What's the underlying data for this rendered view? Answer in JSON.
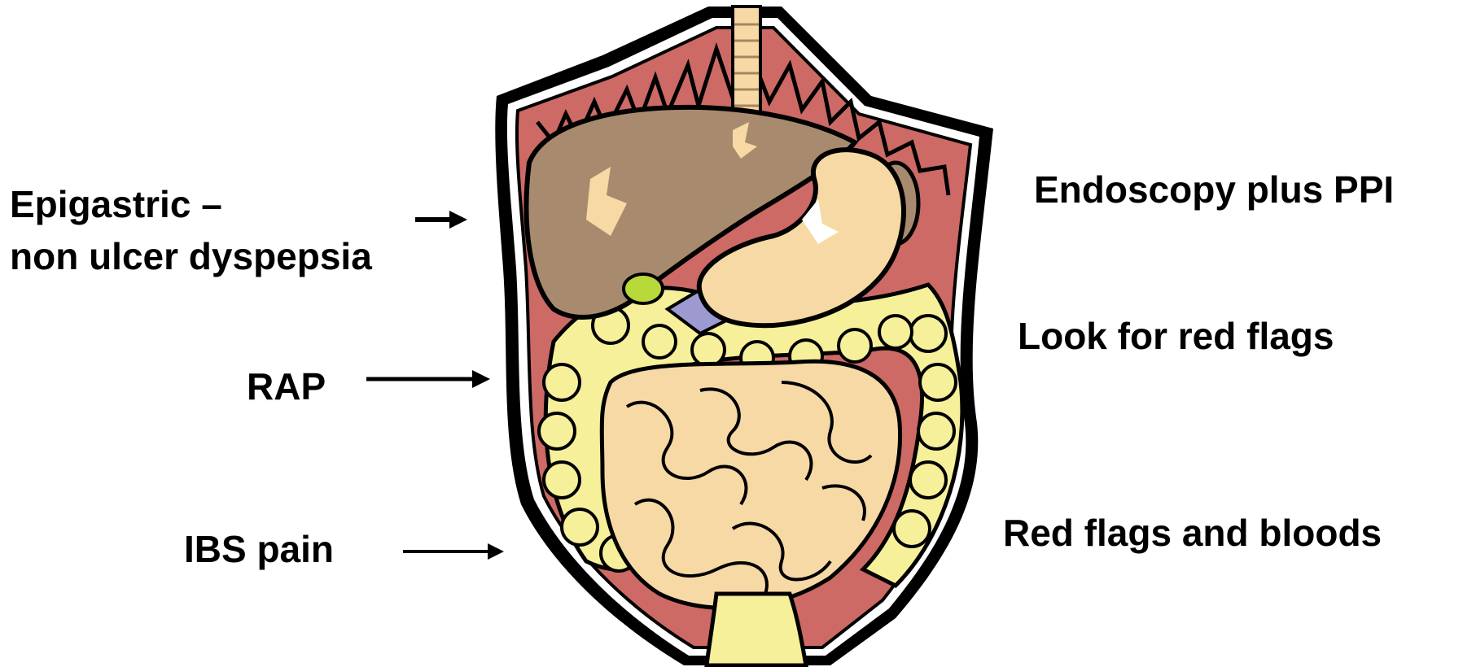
{
  "left_labels": {
    "epigastric_line1": "Epigastric –",
    "epigastric_line2": "non ulcer dyspepsia",
    "rap": "RAP",
    "ibs": "IBS pain"
  },
  "right_labels": {
    "endoscopy": "Endoscopy plus PPI",
    "red_flags": "Look for red flags",
    "red_flags_bloods": "Red flags and bloods"
  },
  "illustration": {
    "subject": "abdomen-organs-illustration",
    "colors": {
      "cavity": "#cd6a66",
      "liver": "#a88b6e",
      "stomach": "#f7ddb0",
      "colon": "#f7f09a",
      "small_intestine": "#f6d9a4",
      "gallbladder": "#b8d93a",
      "pancreas": "#9c9ad0",
      "outline": "#000000"
    }
  }
}
